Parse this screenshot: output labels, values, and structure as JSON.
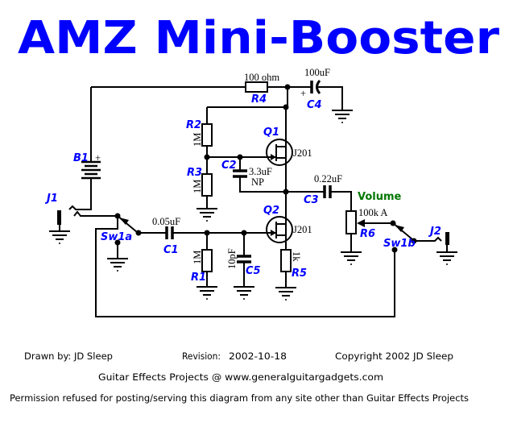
{
  "title": "AMZ Mini-Booster",
  "components": {
    "R4": {
      "ref": "R4",
      "value": "100 ohm"
    },
    "C4": {
      "ref": "C4",
      "value": "100uF",
      "polarity": "+"
    },
    "Q1": {
      "ref": "Q1",
      "value": "J201"
    },
    "Q2": {
      "ref": "Q2",
      "value": "J201"
    },
    "R2": {
      "ref": "R2",
      "value": "1M"
    },
    "R3": {
      "ref": "R3",
      "value": "1M"
    },
    "C2": {
      "ref": "C2",
      "value": "3.3uF",
      "note": "NP"
    },
    "C3": {
      "ref": "C3",
      "value": "0.22uF"
    },
    "R6": {
      "ref": "R6",
      "value": "100k A",
      "function": "Volume"
    },
    "C1": {
      "ref": "C1",
      "value": "0.05uF"
    },
    "R1": {
      "ref": "R1",
      "value": "1M"
    },
    "C5": {
      "ref": "C5",
      "value": "10pF"
    },
    "R5": {
      "ref": "R5",
      "value": "1k"
    },
    "B1": {
      "ref": "B1",
      "polarity": "+"
    },
    "J1": {
      "ref": "J1"
    },
    "J2": {
      "ref": "J2"
    },
    "Sw1a": {
      "ref": "Sw1a"
    },
    "Sw1b": {
      "ref": "Sw1b"
    }
  },
  "footer": {
    "drawn_by": "Drawn by: JD Sleep",
    "revision_label": "Revision:",
    "revision": "2002-10-18",
    "copyright": "Copyright 2002 JD Sleep",
    "site": "Guitar Effects Projects @ www.generalguitargadgets.com",
    "permission": "Permission refused for posting/serving this diagram from any site other than Guitar Effects Projects"
  },
  "colors": {
    "title": "#0000ff",
    "labels": "#0000ff",
    "volume": "#007700"
  }
}
